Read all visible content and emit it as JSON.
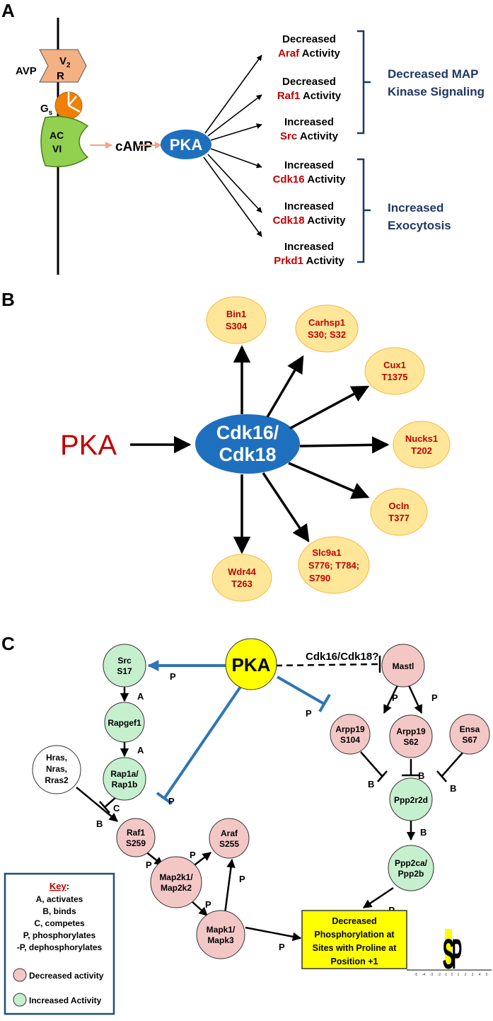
{
  "colors": {
    "red": "#c00000",
    "navy": "#1f3864",
    "pka_blue": "#1f6fbf",
    "yellow_node": "#ffe699",
    "green_node": "#c6efce",
    "pink_node": "#f4c7c7",
    "blue_arrow": "#2e75b6"
  },
  "panelA": {
    "letter": "A",
    "avp": "AVP",
    "v2": "V",
    "v2_sub": "2",
    "r": "R",
    "gs": "G",
    "gs_sub": "s",
    "ac1": "AC",
    "ac2": "VI",
    "camp": "cAMP",
    "pka": "PKA",
    "targets": [
      {
        "line1": "Decreased",
        "gene": "Araf",
        "activity": "Activity"
      },
      {
        "line1": "Decreased",
        "gene": "Raf1",
        "activity": "Activity"
      },
      {
        "line1": "Increased",
        "gene": "Src",
        "activity": "Activity"
      },
      {
        "line1": "Increased",
        "gene": "Cdk16",
        "activity": "Activity"
      },
      {
        "line1": "Increased",
        "gene": "Cdk18",
        "activity": "Activity"
      },
      {
        "line1": "Increased",
        "gene": "Prkd1",
        "activity": "Activity"
      }
    ],
    "group1_l1": "Decreased MAP",
    "group1_l2": "Kinase Signaling",
    "group2_l1": "Increased",
    "group2_l2": "Exocytosis"
  },
  "panelB": {
    "letter": "B",
    "pka": "PKA",
    "center_l1": "Cdk16/",
    "center_l2": "Cdk18",
    "targets": [
      {
        "l1": "Bin1",
        "l2": "S304",
        "l3": ""
      },
      {
        "l1": "Carhsp1",
        "l2": "S30; S32",
        "l3": ""
      },
      {
        "l1": "Cux1",
        "l2": "T1375",
        "l3": ""
      },
      {
        "l1": "Nucks1",
        "l2": "T202",
        "l3": ""
      },
      {
        "l1": "Ocln",
        "l2": "T377",
        "l3": ""
      },
      {
        "l1": "Slc9a1",
        "l2": "S776; T784;",
        "l3": "S790"
      },
      {
        "l1": "Wdr44",
        "l2": "T263",
        "l3": ""
      }
    ]
  },
  "panelC": {
    "letter": "C",
    "pka": "PKA",
    "cdk_label": "Cdk16/Cdk18?",
    "nodes": {
      "src": {
        "l1": "Src",
        "l2": "S17"
      },
      "rapgef1": {
        "l1": "Rapgef1",
        "l2": ""
      },
      "rap1": {
        "l1": "Rap1a/",
        "l2": "Rap1b"
      },
      "ras": {
        "l1": "Hras,",
        "l2": "Nras,",
        "l3": "Rras2"
      },
      "raf1": {
        "l1": "Raf1",
        "l2": "S259"
      },
      "araf": {
        "l1": "Araf",
        "l2": "S255"
      },
      "map2k": {
        "l1": "Map2k1/",
        "l2": "Map2k2"
      },
      "mapk": {
        "l1": "Mapk1/",
        "l2": "Mapk3"
      },
      "mastl": {
        "l1": "Mastl",
        "l2": ""
      },
      "arpp19a": {
        "l1": "Arpp19",
        "l2": "S104"
      },
      "arpp19b": {
        "l1": "Arpp19",
        "l2": "S62"
      },
      "ensa": {
        "l1": "Ensa",
        "l2": "S67"
      },
      "ppp2r2d": {
        "l1": "Ppp2r2d",
        "l2": ""
      },
      "ppp2ca": {
        "l1": "Ppp2ca/",
        "l2": "Ppp2b"
      }
    },
    "edge_labels": {
      "P": "P",
      "A": "A",
      "B": "B",
      "C": "C",
      "negP": "-P"
    },
    "result": [
      "Decreased",
      "Phosphorylation at",
      "Sites with Proline at",
      "Position +1"
    ],
    "key": {
      "title": "Key",
      "colon": ":",
      "items": [
        "A, activates",
        "B, binds",
        "C, competes",
        "P, phosphorylates",
        "-P, dephosphorylates"
      ],
      "decreased": "Decreased activity",
      "increased": "Increased Activity"
    },
    "logo": {
      "s": "S",
      "p": "P",
      "ticks": [
        "-5",
        "-4",
        "-3",
        "-2",
        "-1",
        "0",
        "1",
        "2",
        "3",
        "4",
        "5"
      ]
    }
  }
}
